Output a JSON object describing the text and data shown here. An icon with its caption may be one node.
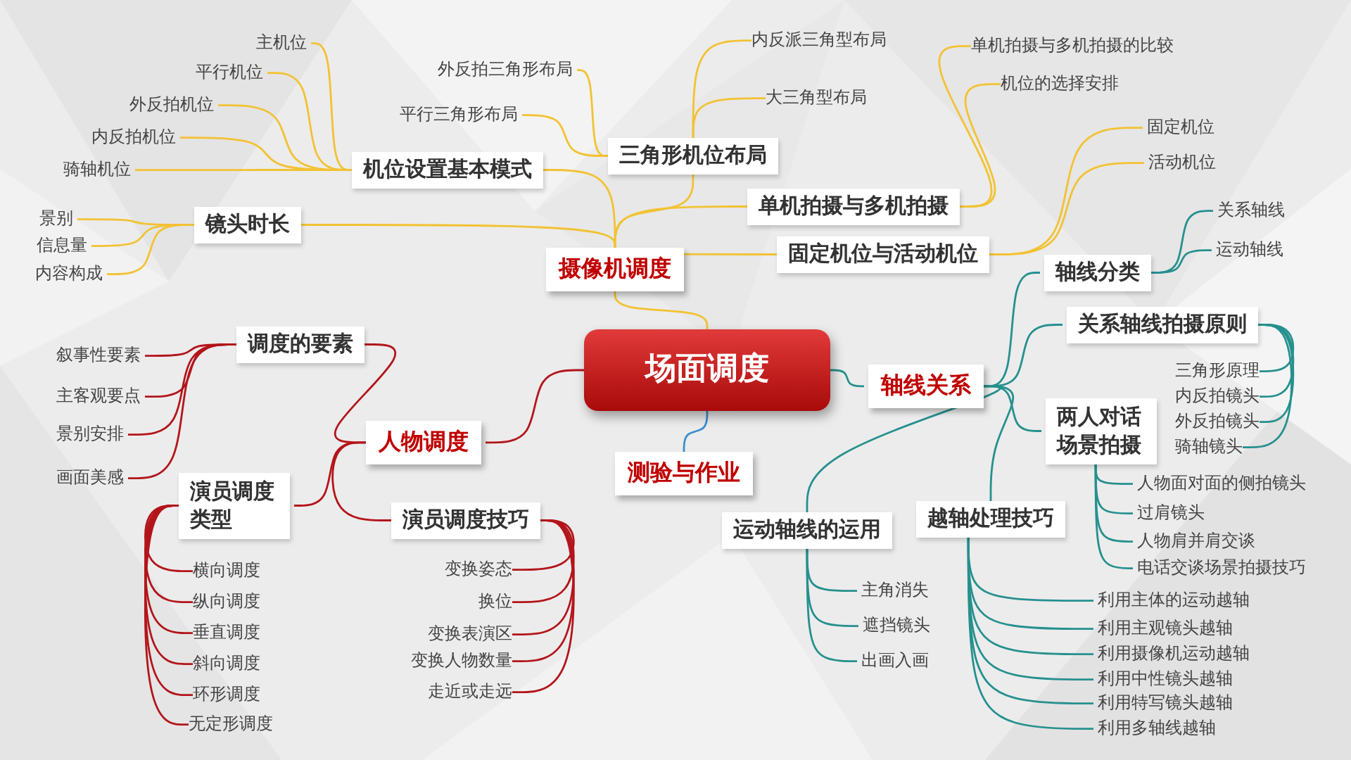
{
  "diagram": {
    "nodes": [
      {
        "text": [
          "场面调度"
        ]
      },
      {
        "text": [
          "摄像机调度"
        ]
      },
      {
        "text": [
          "机位设置基本模式"
        ]
      },
      {
        "text": [
          "主机位"
        ]
      },
      {
        "text": [
          "平行机位"
        ]
      },
      {
        "text": [
          "外反拍机位"
        ]
      },
      {
        "text": [
          "内反拍机位"
        ]
      },
      {
        "text": [
          "骑轴机位"
        ]
      },
      {
        "text": [
          "镜头时长"
        ]
      },
      {
        "text": [
          "景别"
        ]
      },
      {
        "text": [
          "信息量"
        ]
      },
      {
        "text": [
          "内容构成"
        ]
      },
      {
        "text": [
          "三角形机位布局"
        ]
      },
      {
        "text": [
          "外反拍三角形布局"
        ]
      },
      {
        "text": [
          "平行三角形布局"
        ]
      },
      {
        "text": [
          "内反派三角型布局"
        ]
      },
      {
        "text": [
          "大三角型布局"
        ]
      },
      {
        "text": [
          "单机拍摄与多机拍摄"
        ]
      },
      {
        "text": [
          "单机拍摄与多机拍摄的比较"
        ]
      },
      {
        "text": [
          "机位的选择安排"
        ]
      },
      {
        "text": [
          "固定机位与活动机位"
        ]
      },
      {
        "text": [
          "固定机位"
        ]
      },
      {
        "text": [
          "活动机位"
        ]
      },
      {
        "text": [
          "轴线关系"
        ]
      },
      {
        "text": [
          "轴线分类"
        ]
      },
      {
        "text": [
          "关系轴线"
        ]
      },
      {
        "text": [
          "运动轴线"
        ]
      },
      {
        "text": [
          "关系轴线拍摄原则"
        ]
      },
      {
        "text": [
          "三角形原理"
        ]
      },
      {
        "text": [
          "内反拍镜头"
        ]
      },
      {
        "text": [
          "外反拍镜头"
        ]
      },
      {
        "text": [
          "骑轴镜头"
        ]
      },
      {
        "text": [
          "两人对话场景拍摄"
        ]
      },
      {
        "text": [
          "人物面对面的侧拍镜头"
        ]
      },
      {
        "text": [
          "过肩镜头"
        ]
      },
      {
        "text": [
          "人物肩并肩交谈"
        ]
      },
      {
        "text": [
          "电话交谈场景拍摄技巧"
        ]
      },
      {
        "text": [
          "越轴处理技巧"
        ]
      },
      {
        "text": [
          "利用主体的运动越轴"
        ]
      },
      {
        "text": [
          "利用主观镜头越轴"
        ]
      },
      {
        "text": [
          "利用摄像机运动越轴"
        ]
      },
      {
        "text": [
          "利用中性镜头越轴"
        ]
      },
      {
        "text": [
          "利用特写镜头越轴"
        ]
      },
      {
        "text": [
          "利用多轴线越轴"
        ]
      },
      {
        "text": [
          "运动轴线的运用"
        ]
      },
      {
        "text": [
          "主角消失"
        ]
      },
      {
        "text": [
          "遮挡镜头"
        ]
      },
      {
        "text": [
          "出画入画"
        ]
      },
      {
        "text": [
          "测验与作业"
        ]
      },
      {
        "text": [
          "人物调度"
        ]
      },
      {
        "text": [
          "调度的要素"
        ]
      },
      {
        "text": [
          "叙事性要素"
        ]
      },
      {
        "text": [
          "主客观要点"
        ]
      },
      {
        "text": [
          "景别安排"
        ]
      },
      {
        "text": [
          "画面美感"
        ]
      },
      {
        "text": [
          "演员调度类型"
        ]
      },
      {
        "text": [
          "横向调度"
        ]
      },
      {
        "text": [
          "纵向调度"
        ]
      },
      {
        "text": [
          "垂直调度"
        ]
      },
      {
        "text": [
          "斜向调度"
        ]
      },
      {
        "text": [
          "环形调度"
        ]
      },
      {
        "text": [
          "无定形调度"
        ]
      },
      {
        "text": [
          "演员调度技巧"
        ]
      },
      {
        "text": [
          "变换姿态"
        ]
      },
      {
        "text": [
          "换位"
        ]
      },
      {
        "text": [
          "变换表演区"
        ]
      },
      {
        "text": [
          "变换人物数量"
        ]
      },
      {
        "text": [
          "走近或走远"
        ]
      }
    ],
    "edges": [
      {
        "from": 0,
        "to": 1,
        "arrow": "none",
        "color": "#f2c233"
      },
      {
        "from": 1,
        "to": 2,
        "arrow": "none",
        "color": "#f2c233"
      },
      {
        "from": 2,
        "to": 3,
        "arrow": "none",
        "color": "#f2c233"
      },
      {
        "from": 2,
        "to": 4,
        "arrow": "none",
        "color": "#f2c233"
      },
      {
        "from": 2,
        "to": 5,
        "arrow": "none",
        "color": "#f2c233"
      },
      {
        "from": 2,
        "to": 6,
        "arrow": "none",
        "color": "#f2c233"
      },
      {
        "from": 2,
        "to": 7,
        "arrow": "none",
        "color": "#f2c233"
      },
      {
        "from": 1,
        "to": 8,
        "arrow": "none",
        "color": "#f2c233"
      },
      {
        "from": 8,
        "to": 9,
        "arrow": "none",
        "color": "#f2c233"
      },
      {
        "from": 8,
        "to": 10,
        "arrow": "none",
        "color": "#f2c233"
      },
      {
        "from": 8,
        "to": 11,
        "arrow": "none",
        "color": "#f2c233"
      },
      {
        "from": 1,
        "to": 12,
        "arrow": "none",
        "color": "#f2c233"
      },
      {
        "from": 12,
        "to": 13,
        "arrow": "none",
        "color": "#f2c233"
      },
      {
        "from": 12,
        "to": 14,
        "arrow": "none",
        "color": "#f2c233"
      },
      {
        "from": 12,
        "to": 15,
        "arrow": "none",
        "color": "#f2c233"
      },
      {
        "from": 12,
        "to": 16,
        "arrow": "none",
        "color": "#f2c233"
      },
      {
        "from": 1,
        "to": 17,
        "arrow": "none",
        "color": "#f2c233"
      },
      {
        "from": 17,
        "to": 18,
        "arrow": "none",
        "color": "#f2c233"
      },
      {
        "from": 17,
        "to": 19,
        "arrow": "none",
        "color": "#f2c233"
      },
      {
        "from": 1,
        "to": 20,
        "arrow": "none",
        "color": "#f2c233"
      },
      {
        "from": 20,
        "to": 21,
        "arrow": "none",
        "color": "#f2c233"
      },
      {
        "from": 20,
        "to": 22,
        "arrow": "none",
        "color": "#f2c233"
      },
      {
        "from": 0,
        "to": 23,
        "arrow": "none"
      },
      {
        "from": 23,
        "to": 24,
        "arrow": "none"
      },
      {
        "from": 24,
        "to": 25,
        "arrow": "none"
      },
      {
        "from": 24,
        "to": 26,
        "arrow": "none"
      },
      {
        "from": 23,
        "to": 27,
        "arrow": "none"
      },
      {
        "from": 27,
        "to": 28,
        "arrow": "none"
      },
      {
        "from": 27,
        "to": 29,
        "arrow": "none"
      },
      {
        "from": 27,
        "to": 30,
        "arrow": "none"
      },
      {
        "from": 27,
        "to": 31,
        "arrow": "none"
      },
      {
        "from": 23,
        "to": 32,
        "arrow": "none"
      },
      {
        "from": 32,
        "to": 33,
        "arrow": "none"
      },
      {
        "from": 32,
        "to": 34,
        "arrow": "none"
      },
      {
        "from": 32,
        "to": 35,
        "arrow": "none"
      },
      {
        "from": 32,
        "to": 36,
        "arrow": "none"
      },
      {
        "from": 23,
        "to": 37,
        "arrow": "none"
      },
      {
        "from": 37,
        "to": 38,
        "arrow": "none"
      },
      {
        "from": 37,
        "to": 39,
        "arrow": "none"
      },
      {
        "from": 37,
        "to": 40,
        "arrow": "none"
      },
      {
        "from": 37,
        "to": 41,
        "arrow": "none"
      },
      {
        "from": 37,
        "to": 42,
        "arrow": "none"
      },
      {
        "from": 37,
        "to": 43,
        "arrow": "none"
      },
      {
        "from": 23,
        "to": 44,
        "arrow": "none"
      },
      {
        "from": 44,
        "to": 45,
        "arrow": "none"
      },
      {
        "from": 44,
        "to": 46,
        "arrow": "none"
      },
      {
        "from": 44,
        "to": 47,
        "arrow": "none"
      },
      {
        "from": 0,
        "to": 48,
        "arrow": "none",
        "color": "#3a8fd0"
      },
      {
        "from": 0,
        "to": 49,
        "arrow": "none",
        "color": "#b3151b"
      },
      {
        "from": 49,
        "to": 50,
        "arrow": "none",
        "color": "#b3151b"
      },
      {
        "from": 50,
        "to": 51,
        "arrow": "none",
        "color": "#b3151b"
      },
      {
        "from": 50,
        "to": 52,
        "arrow": "none",
        "color": "#b3151b"
      },
      {
        "from": 50,
        "to": 53,
        "arrow": "none",
        "color": "#b3151b"
      },
      {
        "from": 50,
        "to": 54,
        "arrow": "none",
        "color": "#b3151b"
      },
      {
        "from": 49,
        "to": 55,
        "arrow": "none",
        "color": "#b3151b"
      },
      {
        "from": 55,
        "to": 56,
        "arrow": "none",
        "color": "#b3151b"
      },
      {
        "from": 55,
        "to": 57,
        "arrow": "none",
        "color": "#b3151b"
      },
      {
        "from": 55,
        "to": 58,
        "arrow": "none",
        "color": "#b3151b"
      },
      {
        "from": 55,
        "to": 59,
        "arrow": "none",
        "color": "#b3151b"
      },
      {
        "from": 55,
        "to": 60,
        "arrow": "none",
        "color": "#b3151b"
      },
      {
        "from": 55,
        "to": 61,
        "arrow": "none",
        "color": "#b3151b"
      },
      {
        "from": 49,
        "to": 62,
        "arrow": "none",
        "color": "#b3151b"
      },
      {
        "from": 62,
        "to": 63,
        "arrow": "none",
        "color": "#b3151b"
      },
      {
        "from": 62,
        "to": 64,
        "arrow": "none",
        "color": "#b3151b"
      },
      {
        "from": 62,
        "to": 65,
        "arrow": "none",
        "color": "#b3151b"
      },
      {
        "from": 62,
        "to": 66,
        "arrow": "none",
        "color": "#b3151b"
      },
      {
        "from": 62,
        "to": 67,
        "arrow": "none",
        "color": "#b3151b"
      }
    ]
  }
}
